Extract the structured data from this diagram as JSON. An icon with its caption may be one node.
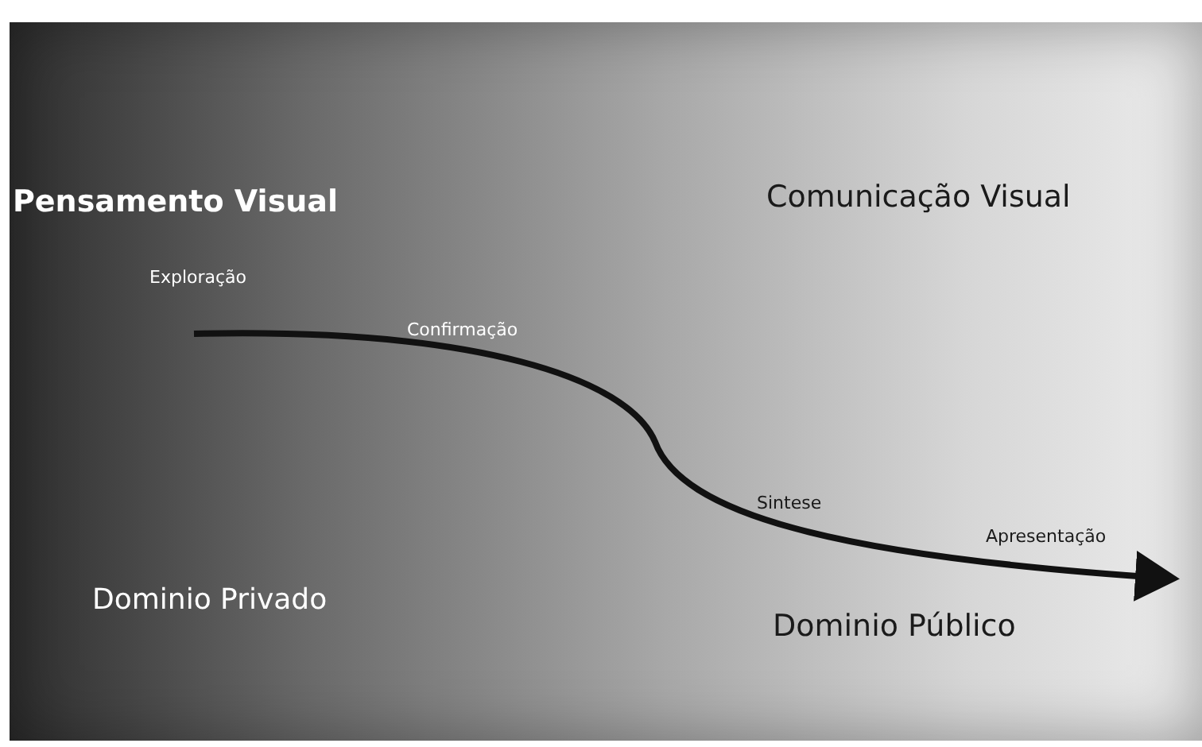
{
  "diagram": {
    "labels": [
      "Pensamento Visual",
      "Comunicação Visual",
      "Exploração",
      "Confirmação",
      "Sintese",
      "Apresentação",
      "Dominio Privado",
      "Dominio Público"
    ]
  }
}
